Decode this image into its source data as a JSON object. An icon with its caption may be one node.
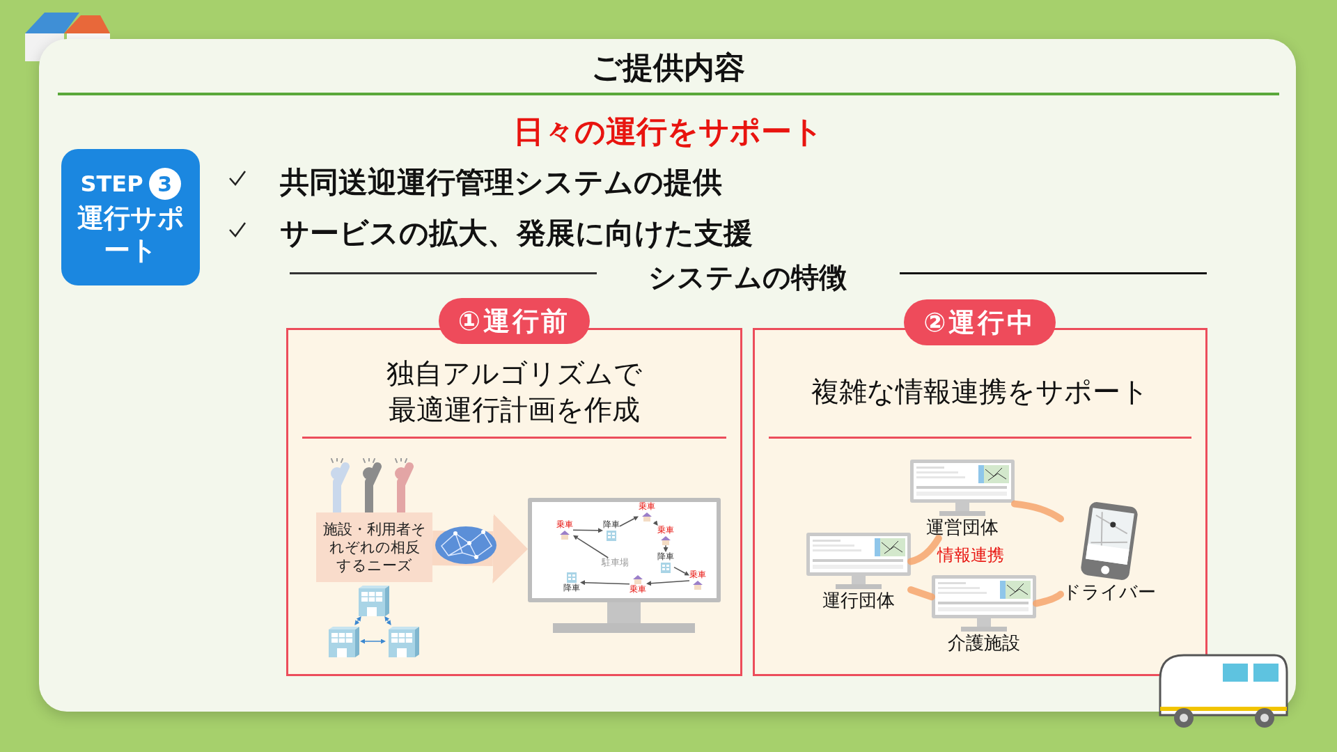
{
  "diagram": {
    "title": "ご提供内容",
    "nodes": [
      {
        "text": [
          "STEP",
          "3",
          "運行サポート"
        ]
      },
      {
        "text": [
          "①運行前"
        ]
      },
      {
        "text": [
          "独自アルゴリズムで最適運行計画を作成"
        ]
      },
      {
        "text": [
          "施設・利用者それぞれの相反するニーズ"
        ],
        "in": 2
      },
      {
        "text": [],
        "shape": "picture",
        "in": 2
      },
      {
        "text": [
          "駐車場"
        ],
        "in": 4
      },
      {
        "text": [
          "乗車"
        ],
        "in": 4
      },
      {
        "text": [
          "降車"
        ],
        "in": 4
      },
      {
        "text": [
          "乗車"
        ],
        "in": 4
      },
      {
        "text": [
          "乗車"
        ],
        "in": 4
      },
      {
        "text": [
          "降車"
        ],
        "in": 4
      },
      {
        "text": [
          "乗車"
        ],
        "in": 4
      },
      {
        "text": [
          "乗車"
        ],
        "in": 4
      },
      {
        "text": [
          "降車"
        ],
        "in": 4
      },
      {
        "text": [],
        "shape": "picture",
        "in": 2
      },
      {
        "text": [],
        "shape": "picture",
        "in": 2
      },
      {
        "text": [],
        "shape": "picture",
        "in": 2
      },
      {
        "text": [
          "②運行中"
        ]
      },
      {
        "text": [
          "複雑な情報連携をサポート"
        ]
      },
      {
        "text": [
          "運営団体"
        ],
        "in": 18
      },
      {
        "text": [
          "運行団体"
        ],
        "in": 18
      },
      {
        "text": [
          "介護施設"
        ],
        "in": 18
      },
      {
        "text": [
          "ドライバー"
        ],
        "in": 18
      }
    ],
    "edges": [
      {
        "from": 3,
        "to": 4,
        "arrow": "to",
        "style": "thick",
        "color": "#f9d8c3"
      },
      {
        "from": 5,
        "to": 6,
        "arrow": "to"
      },
      {
        "from": 6,
        "to": 7,
        "arrow": "to"
      },
      {
        "from": 7,
        "to": 8,
        "arrow": "to"
      },
      {
        "from": 8,
        "to": 9,
        "arrow": "to"
      },
      {
        "from": 9,
        "to": 10,
        "arrow": "to"
      },
      {
        "from": 10,
        "to": 11,
        "arrow": "to"
      },
      {
        "from": 11,
        "to": 12,
        "arrow": "to"
      },
      {
        "from": 12,
        "to": 13,
        "arrow": "to"
      },
      {
        "from": 14,
        "to": 15,
        "arrow": "both",
        "color": "#3b87d0"
      },
      {
        "from": 14,
        "to": 16,
        "arrow": "both",
        "color": "#3b87d0"
      },
      {
        "from": 15,
        "to": 16,
        "arrow": "both",
        "color": "#3b87d0"
      },
      {
        "from": 20,
        "to": 19,
        "arrow": "none",
        "style": "thick",
        "color": "#f6a56c"
      },
      {
        "from": 19,
        "to": 22,
        "arrow": "none",
        "style": "thick",
        "color": "#f6a56c"
      },
      {
        "from": 22,
        "to": 21,
        "arrow": "none",
        "style": "thick",
        "color": "#f6a56c"
      },
      {
        "from": 21,
        "to": 20,
        "arrow": "none",
        "style": "thick",
        "color": "#f6a56c"
      }
    ],
    "labels": [
      "日々の運行をサポート",
      "共同送迎運行管理システムの提供",
      "サービスの拡大、発展に向けた支援",
      "システムの特徴",
      "情報連携"
    ]
  }
}
